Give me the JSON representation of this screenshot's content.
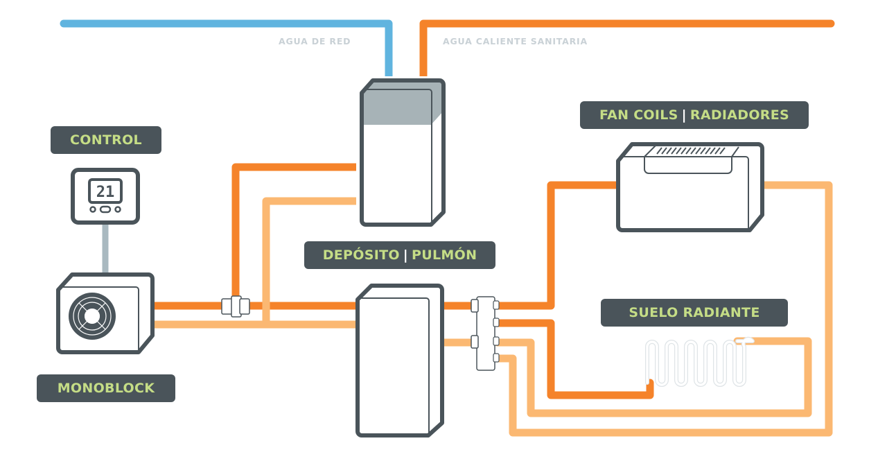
{
  "colors": {
    "cold_water": "#60b4df",
    "hot_supply": "#f5832a",
    "return": "#fbb872",
    "equipment_outline": "#4a545a",
    "label_bg": "#4a545a",
    "label_text": "#c5dd86",
    "tank_top_fill": "#a7b3b7",
    "control_wire": "#a9b9c0"
  },
  "pipe_labels": {
    "mains_water": "AGUA DE RED",
    "domestic_hot_water": "AGUA CALIENTE SANITARIA"
  },
  "components": {
    "control": {
      "label": "CONTROL",
      "display_value": "21"
    },
    "monoblock": {
      "label": "MONOBLOCK"
    },
    "buffer_tank": {
      "label_part1": "DEPÓSITO",
      "separator": "|",
      "label_part2": "PULMÓN"
    },
    "fan_coils": {
      "label_part1": "FAN COILS",
      "separator": "|",
      "label_part2": "RADIADORES"
    },
    "underfloor": {
      "label": "SUELO RADIANTE"
    },
    "dhw_tank": {
      "label": ""
    }
  }
}
